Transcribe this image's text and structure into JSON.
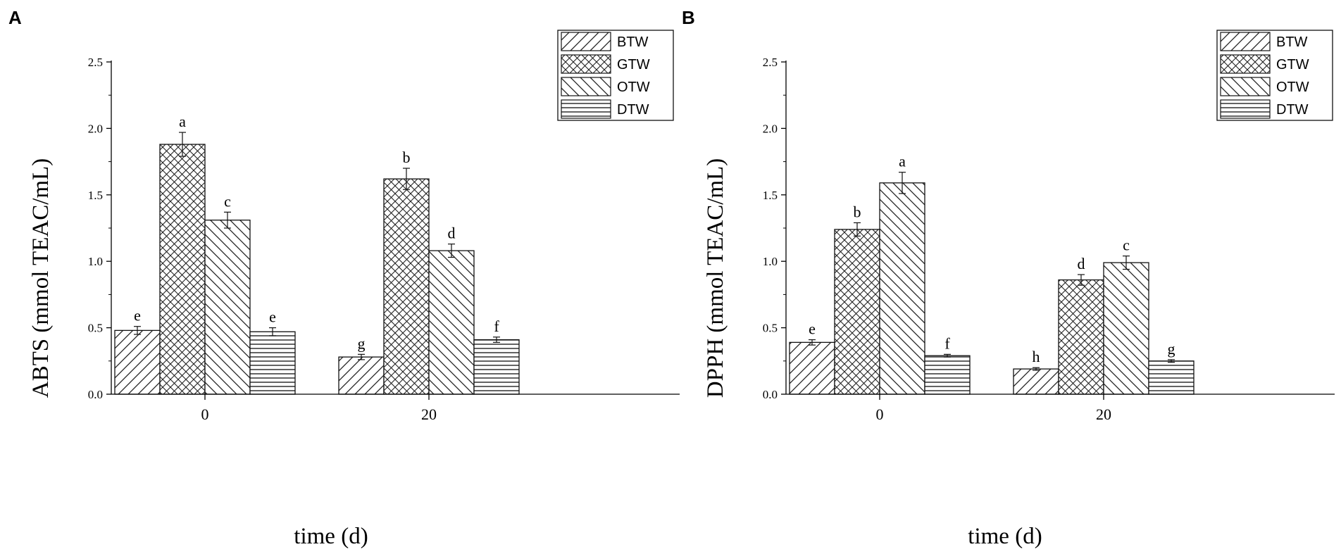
{
  "chart_data": [
    {
      "panel": "A",
      "type": "bar",
      "ylabel": "ABTS (mmol TEAC/mL)",
      "xlabel": "time (d)",
      "ylim": [
        0,
        2.5
      ],
      "yticks": [
        "0.0",
        "0.5",
        "1.0",
        "1.5",
        "2.0",
        "2.5"
      ],
      "categories": [
        "0",
        "20"
      ],
      "legend_position": "top-right",
      "series": [
        {
          "name": "BTW",
          "pattern": "diag-right",
          "values": [
            0.48,
            0.28
          ],
          "errors": [
            0.03,
            0.02
          ],
          "labels": [
            "e",
            "g"
          ]
        },
        {
          "name": "GTW",
          "pattern": "crosshatch",
          "values": [
            1.88,
            1.62
          ],
          "errors": [
            0.09,
            0.08
          ],
          "labels": [
            "a",
            "b"
          ]
        },
        {
          "name": "OTW",
          "pattern": "diag-left",
          "values": [
            1.31,
            1.08
          ],
          "errors": [
            0.06,
            0.05
          ],
          "labels": [
            "c",
            "d"
          ]
        },
        {
          "name": "DTW",
          "pattern": "horizontal",
          "values": [
            0.47,
            0.41
          ],
          "errors": [
            0.03,
            0.02
          ],
          "labels": [
            "e",
            "f"
          ]
        }
      ]
    },
    {
      "panel": "B",
      "type": "bar",
      "ylabel": "DPPH (mmol TEAC/mL)",
      "xlabel": "time (d)",
      "ylim": [
        0,
        2.5
      ],
      "yticks": [
        "0.0",
        "0.5",
        "1.0",
        "1.5",
        "2.0",
        "2.5"
      ],
      "categories": [
        "0",
        "20"
      ],
      "legend_position": "top-right",
      "series": [
        {
          "name": "BTW",
          "pattern": "diag-right",
          "values": [
            0.39,
            0.19
          ],
          "errors": [
            0.02,
            0.01
          ],
          "labels": [
            "e",
            "h"
          ]
        },
        {
          "name": "GTW",
          "pattern": "crosshatch",
          "values": [
            1.24,
            0.86
          ],
          "errors": [
            0.05,
            0.04
          ],
          "labels": [
            "b",
            "d"
          ]
        },
        {
          "name": "OTW",
          "pattern": "diag-left",
          "values": [
            1.59,
            0.99
          ],
          "errors": [
            0.08,
            0.05
          ],
          "labels": [
            "a",
            "c"
          ]
        },
        {
          "name": "DTW",
          "pattern": "horizontal",
          "values": [
            0.29,
            0.25
          ],
          "errors": [
            0.01,
            0.01
          ],
          "labels": [
            "f",
            "g"
          ]
        }
      ]
    }
  ]
}
